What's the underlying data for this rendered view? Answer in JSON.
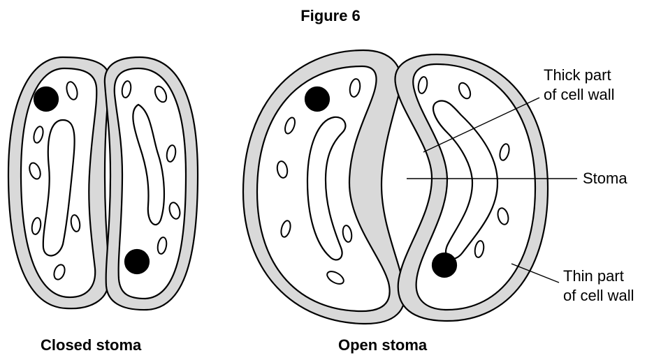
{
  "figure": {
    "title": "Figure 6",
    "captions": {
      "closed": "Closed stoma",
      "open": "Open stoma"
    },
    "labels": {
      "thick_line1": "Thick part",
      "thick_line2": "of cell wall",
      "stoma": "Stoma",
      "thin_line1": "Thin part",
      "thin_line2": "of cell wall"
    },
    "colors": {
      "cell_wall": "#d9d9d9",
      "outline": "#000000",
      "cytoplasm": "#ffffff",
      "nucleus": "#000000"
    }
  }
}
